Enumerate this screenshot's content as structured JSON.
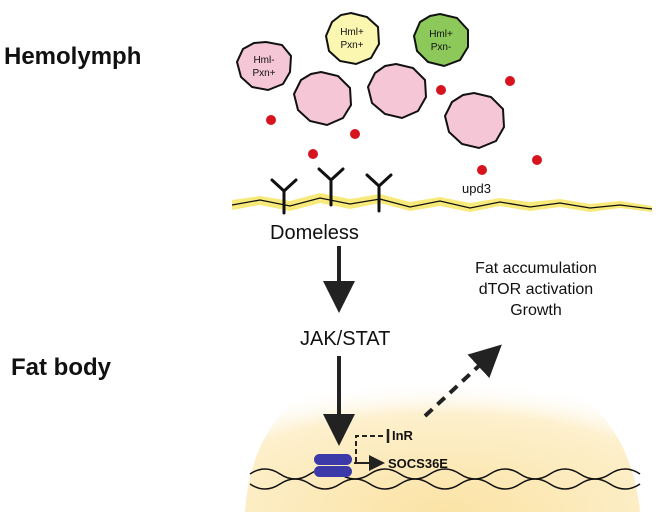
{
  "regions": {
    "hemolymph": "Hemolymph",
    "fat_body": "Fat body"
  },
  "cells": [
    {
      "line1": "Hml-",
      "line2": "Pxn+",
      "fill": "#f4c6d6"
    },
    {
      "line1": "Hml+",
      "line2": "Pxn+",
      "fill": "#fbf6b0"
    },
    {
      "line1": "Hml+",
      "line2": "Pxn-",
      "fill": "#8cc85a"
    }
  ],
  "colors": {
    "hemocyte_fill": "#f4c6d6",
    "upd3_dot": "#d7141e",
    "membrane": "#f7e97a",
    "nucleus": "#fbe3a5",
    "stat_dimer": "#3b3aa8"
  },
  "labels": {
    "upd3": "upd3",
    "receptor": "Domeless",
    "pathway": "JAK/STAT",
    "inr": "InR",
    "socs": "SOCS36E"
  },
  "effects": [
    "Fat accumulation",
    "dTOR activation",
    "Growth"
  ]
}
